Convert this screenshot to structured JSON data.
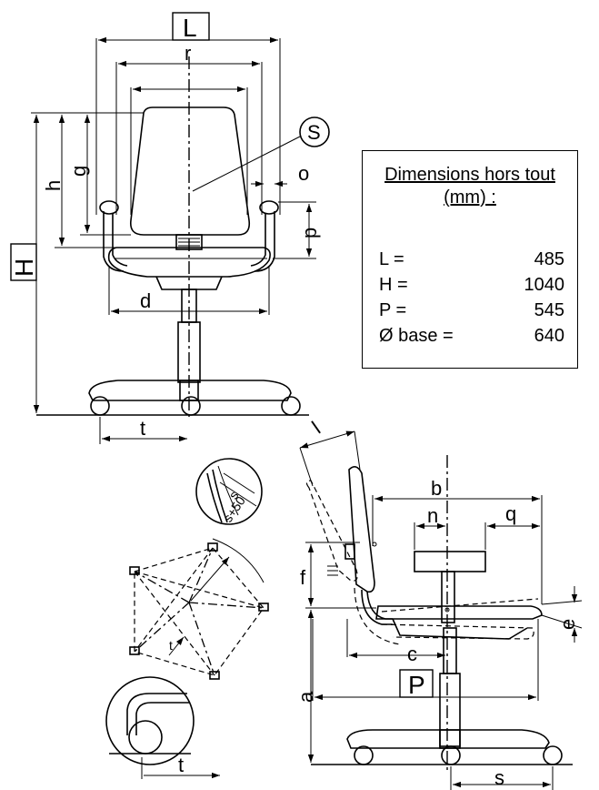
{
  "labels": {
    "L": "L",
    "r": "r",
    "S": "S",
    "o": "o",
    "h": "h",
    "g": "g",
    "H": "H",
    "p": "p",
    "d": "d",
    "t_front": "t",
    "l": "l",
    "b": "b",
    "n": "n",
    "q": "q",
    "f": "f",
    "e": "e",
    "c": "c",
    "P": "P",
    "a": "a",
    "s": "s",
    "t_detail": "t",
    "s_detail": "s",
    "s50_detail": "s+50"
  },
  "info": {
    "title": "Dimensions hors tout (mm) :",
    "rows": [
      {
        "key": "L =",
        "value": "485"
      },
      {
        "key": "H =",
        "value": "1040"
      },
      {
        "key": "P =",
        "value": "545"
      },
      {
        "key": "Ø base =",
        "value": "640"
      }
    ]
  }
}
